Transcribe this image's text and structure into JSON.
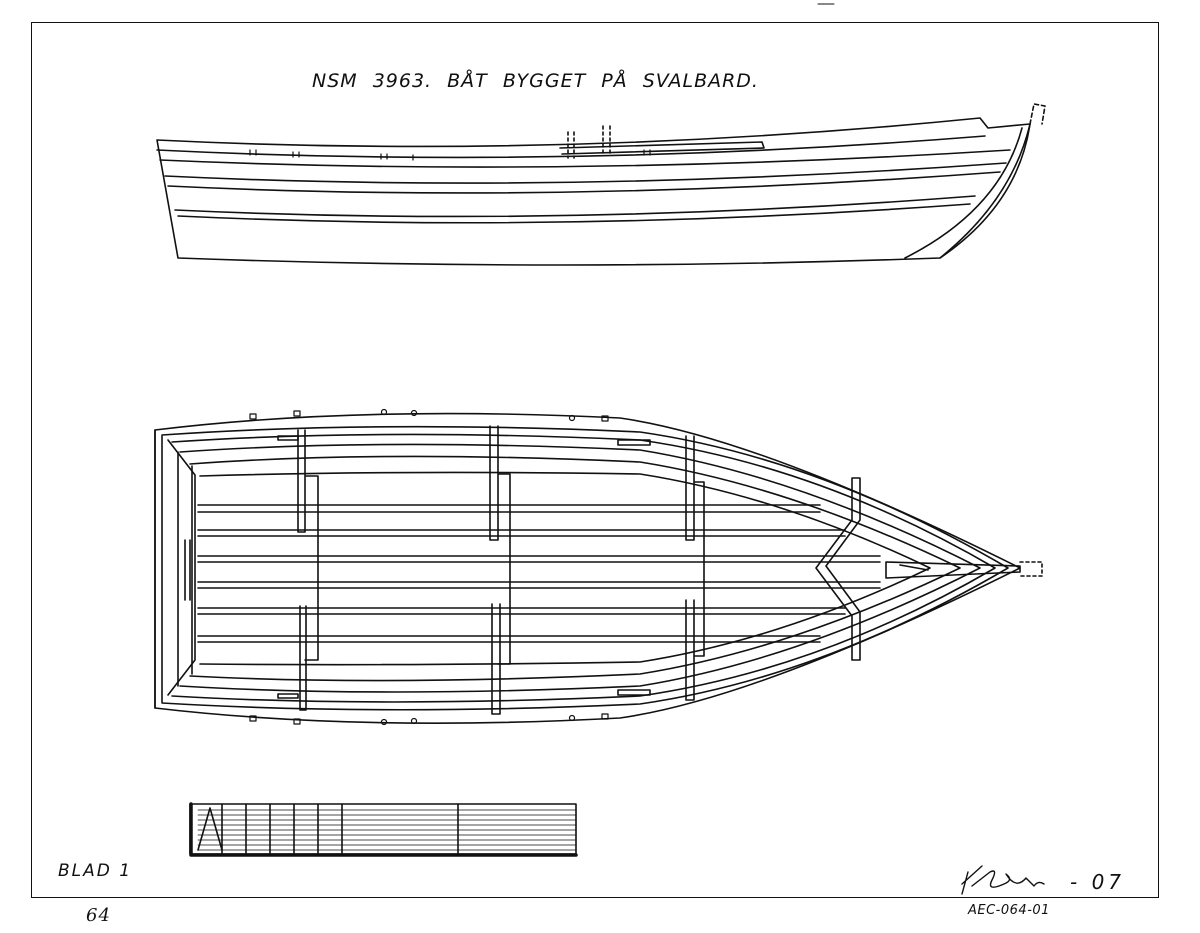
{
  "drawing": {
    "title": "NSM 3963.  BÅT BYGGET PÅ SVALBARD.",
    "sheet_label": "BLAD 1",
    "page_number": "64",
    "reference_code": "AEC-064-01",
    "signature_suffix": "- 07"
  },
  "views": {
    "profile": "side-profile-view",
    "plan": "top-plan-view",
    "scale_bar": "scale-bar"
  },
  "colors": {
    "ink": "#111111",
    "paper": "#ffffff"
  }
}
